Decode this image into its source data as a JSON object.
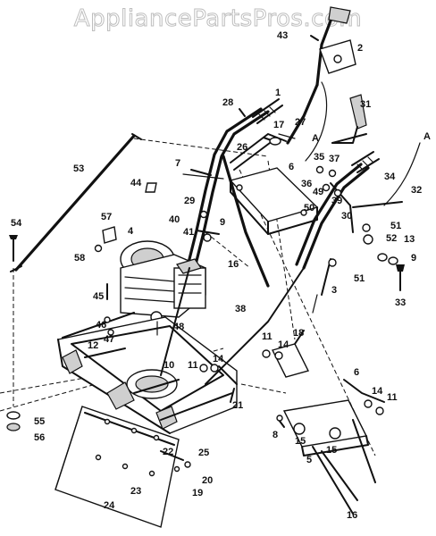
{
  "watermark": "AppliancePartsPros.com",
  "letters": [
    "A",
    "A"
  ],
  "part_numbers": [
    "1",
    "2",
    "3",
    "4",
    "5",
    "6",
    "6",
    "7",
    "8",
    "9",
    "9",
    "10",
    "11",
    "11",
    "11",
    "12",
    "13",
    "14",
    "14",
    "14",
    "15",
    "15",
    "16",
    "16",
    "17",
    "18",
    "19",
    "20",
    "21",
    "22",
    "23",
    "24",
    "25",
    "26",
    "27",
    "28",
    "29",
    "30",
    "31",
    "32",
    "33",
    "34",
    "35",
    "36",
    "37",
    "38",
    "39",
    "40",
    "41",
    "43",
    "44",
    "45",
    "46",
    "47",
    "48",
    "49",
    "50",
    "51",
    "51",
    "52",
    "53",
    "54",
    "55",
    "56",
    "57",
    "58"
  ]
}
